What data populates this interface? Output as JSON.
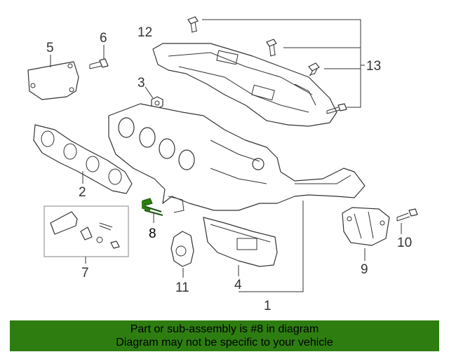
{
  "diagram": {
    "callouts": {
      "c1": "1",
      "c2": "2",
      "c3": "3",
      "c4": "4",
      "c5": "5",
      "c6": "6",
      "c7": "7",
      "c8": "8",
      "c9": "9",
      "c10": "10",
      "c11": "11",
      "c12": "12",
      "c13": "13"
    },
    "highlight_color": "#1a6e12"
  },
  "banner": {
    "line1": "Part or sub-assembly is #8 in diagram",
    "line2": "Diagram may not be specific to your vehicle",
    "background": "#2e7d11"
  }
}
